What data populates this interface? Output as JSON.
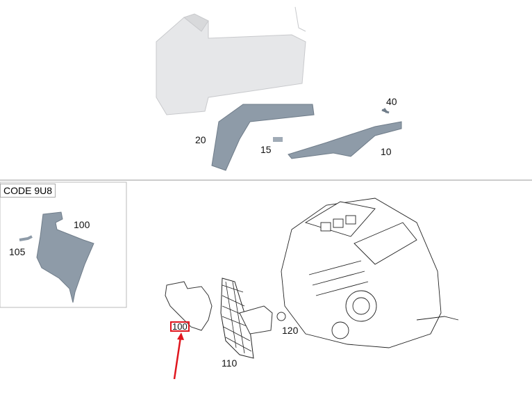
{
  "variant_box": {
    "code_label": "CODE 9U8"
  },
  "parts": {
    "p10": "10",
    "p15": "15",
    "p20": "20",
    "p40": "40",
    "p100_variant": "100",
    "p105": "105",
    "p100_main": "100",
    "p110": "110",
    "p120": "120"
  },
  "colors": {
    "highlight": "#e0161e",
    "part_fill": "#8e9ba8",
    "divider": "#999999"
  }
}
